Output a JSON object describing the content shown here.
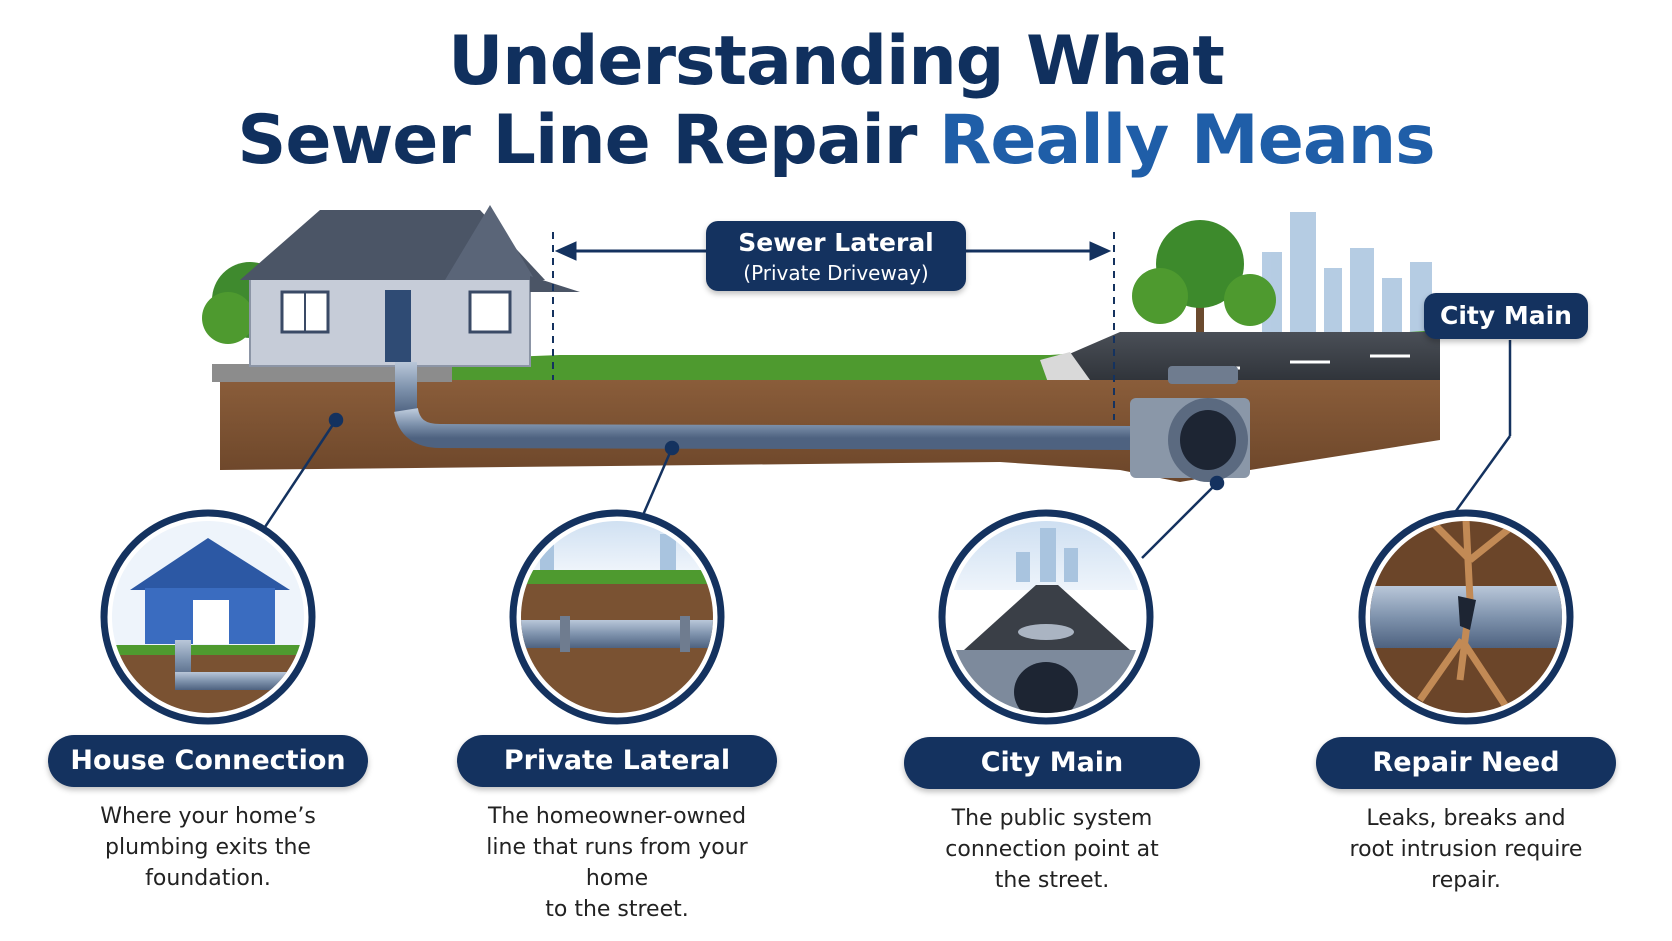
{
  "title": {
    "line1": "Understanding What",
    "line2_main": "Sewer Line Repair ",
    "line2_accent": "Really Means"
  },
  "colors": {
    "navy": "#14325f",
    "accent_blue": "#1f5ea8",
    "soil": "#7a5232",
    "grass": "#4e9a2f",
    "pipe": "#7f93ad"
  },
  "lateral_label": {
    "title": "Sewer Lateral",
    "subtitle": "(Private Driveway)"
  },
  "city_main_label": "City Main",
  "panels": [
    {
      "label": "House Connection",
      "desc_lines": [
        "Where your home’s",
        "plumbing exits the",
        "foundation."
      ]
    },
    {
      "label": "Private Lateral",
      "desc_lines": [
        "The homeowner-owned",
        "line that runs from your home",
        "to the street."
      ]
    },
    {
      "label": "City Main",
      "desc_lines": [
        "The public system",
        "connection point at",
        "the street."
      ]
    },
    {
      "label": "Repair Need",
      "desc_lines": [
        "Leaks, breaks and",
        "root intrusion require",
        "repair."
      ]
    }
  ]
}
